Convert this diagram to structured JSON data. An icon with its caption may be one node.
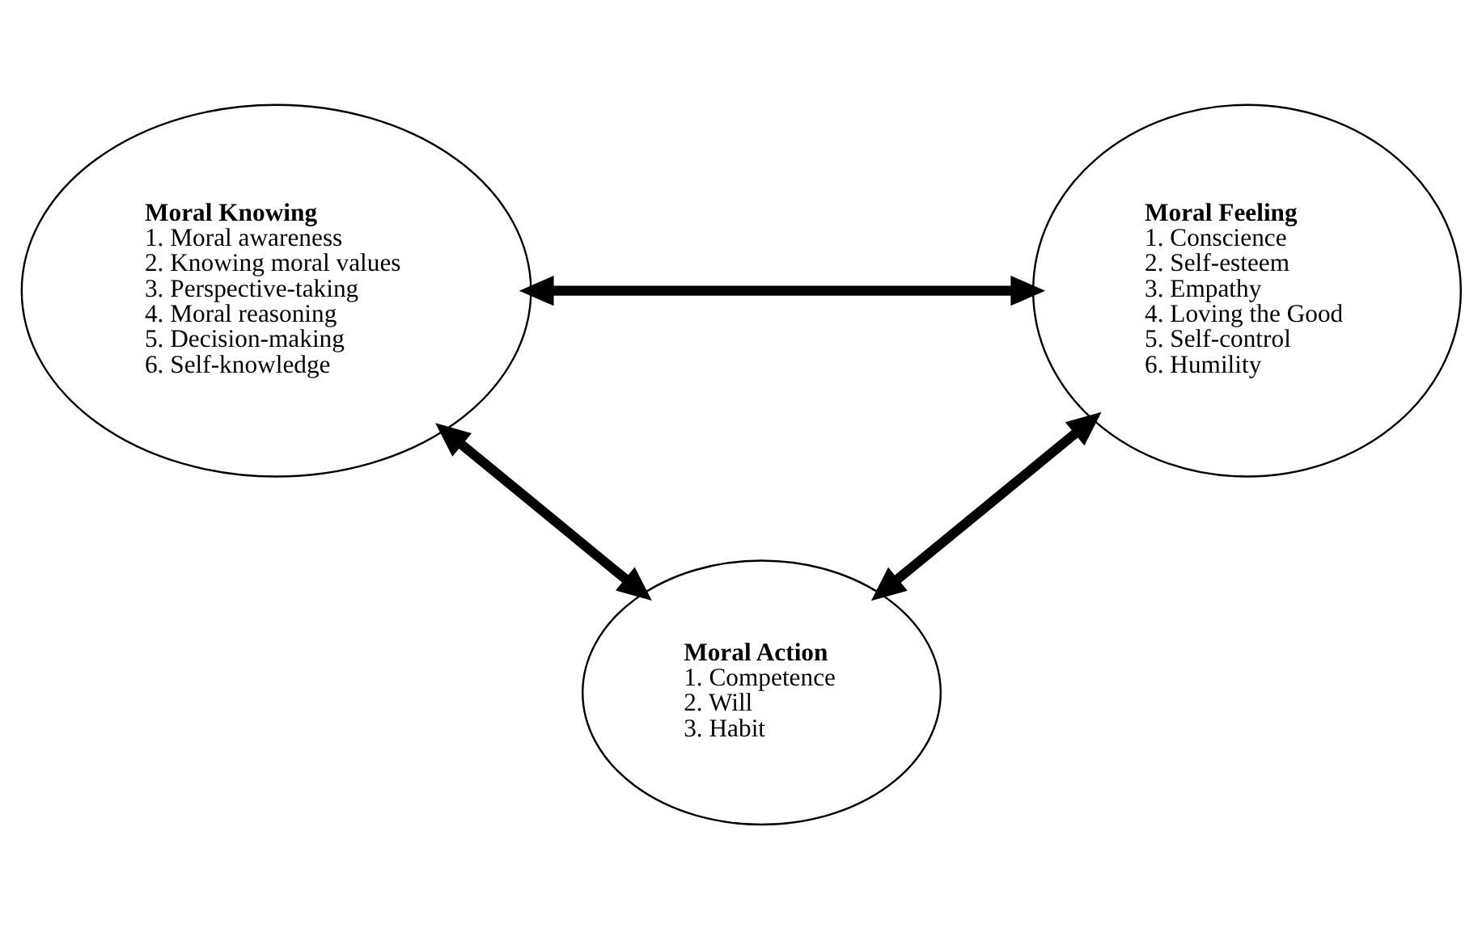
{
  "diagram": {
    "nodes": [
      {
        "text": [
          "Moral Knowing",
          "1. Moral awareness",
          "2. Knowing moral values",
          "3. Perspective-taking",
          "4. Moral reasoning",
          "5. Decision-making",
          "6. Self-knowledge"
        ]
      },
      {
        "text": [
          "Moral Feeling",
          "1. Conscience",
          "2. Self-esteem",
          "3. Empathy",
          "4. Loving the Good",
          "5. Self-control",
          "6. Humility"
        ]
      },
      {
        "text": [
          "Moral Action",
          "1. Competence",
          "2. Will",
          "3. Habit"
        ]
      }
    ],
    "edges": [
      {
        "from": 0,
        "to": 1,
        "arrow": "both"
      },
      {
        "from": 0,
        "to": 2,
        "arrow": "both"
      },
      {
        "from": 1,
        "to": 2,
        "arrow": "both"
      }
    ]
  }
}
